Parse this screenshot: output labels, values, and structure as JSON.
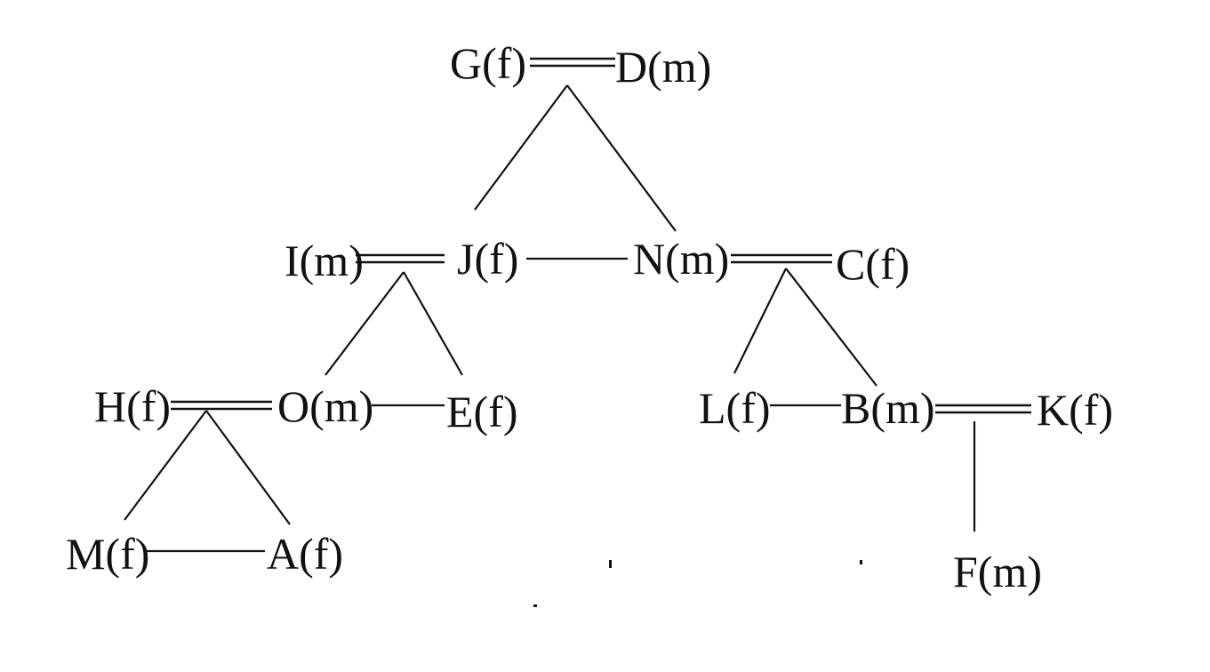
{
  "people": {
    "G": "G(f)",
    "D": "D(m)",
    "I": "I(m)",
    "J": "J(f)",
    "N": "N(m)",
    "C": "C(f)",
    "H": "H(f)",
    "O": "O(m)",
    "E": "E(f)",
    "L": "L(f)",
    "B": "B(m)",
    "K": "K(f)",
    "M": "M(f)",
    "A": "A(f)",
    "F": "F(m)"
  },
  "colors": {
    "ink": "#111111",
    "background": "#ffffff"
  }
}
